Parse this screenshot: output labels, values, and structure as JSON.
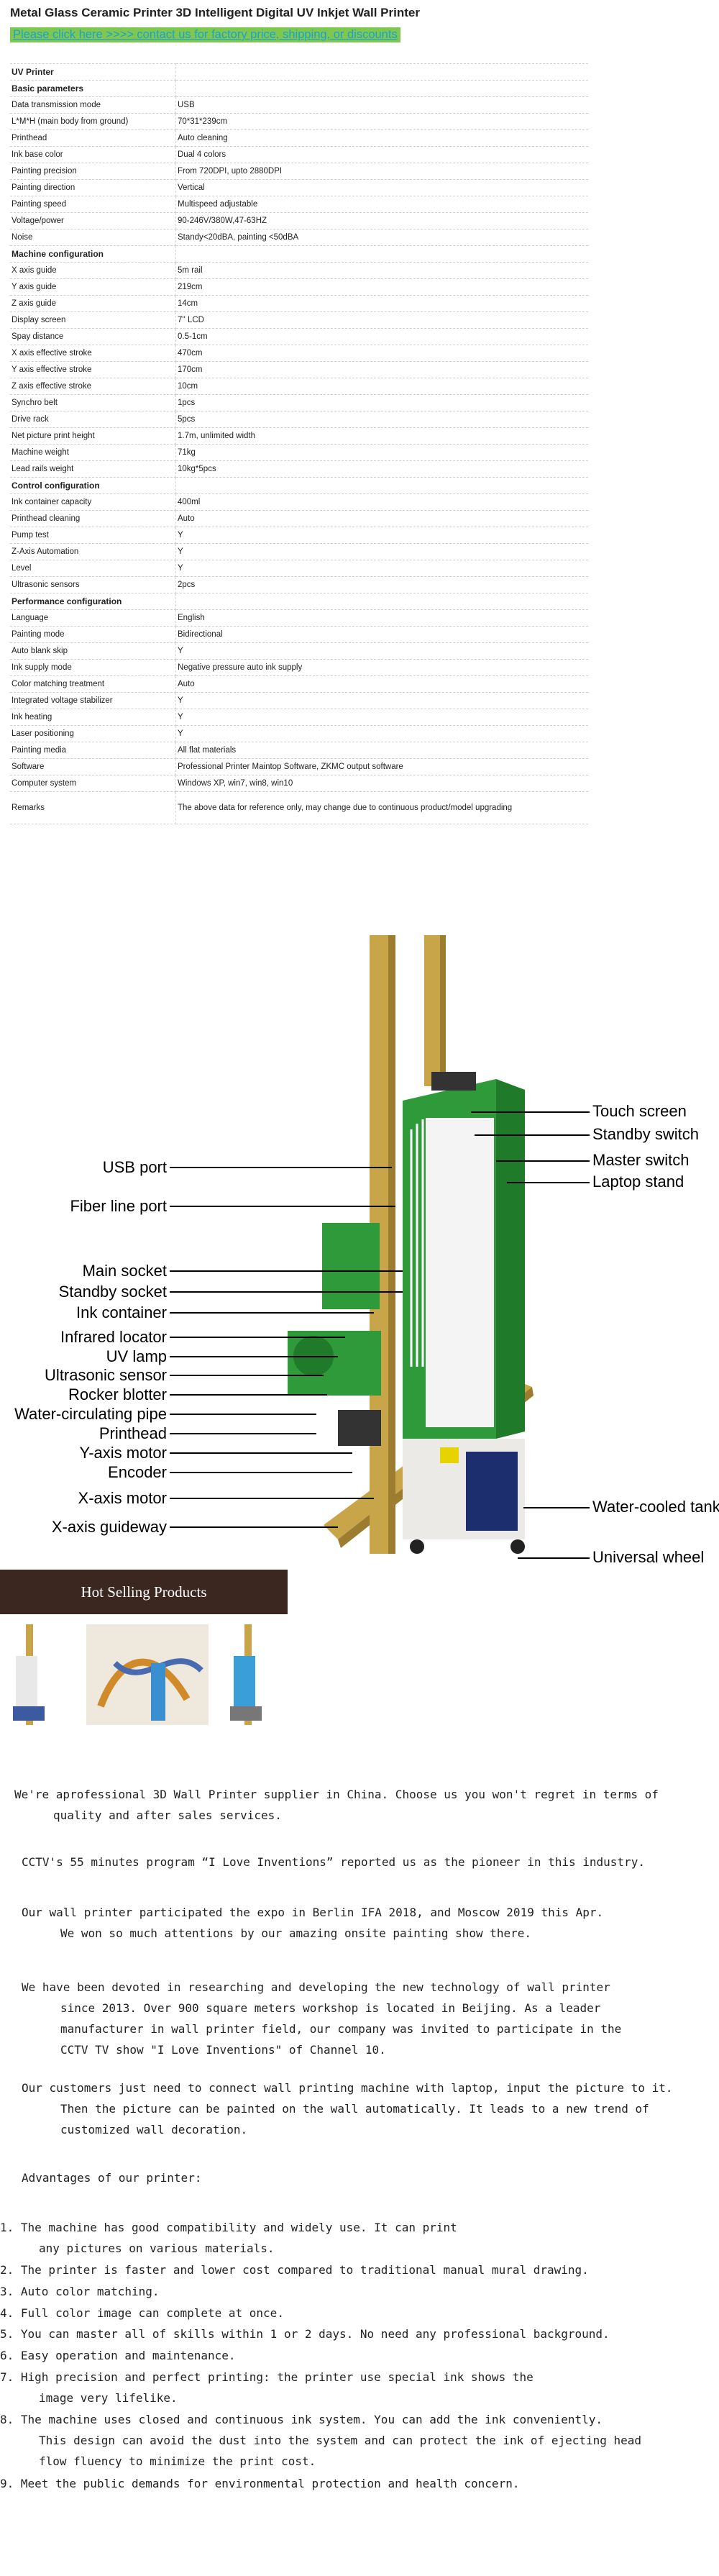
{
  "title": "Metal Glass Ceramic Printer 3D Intelligent Digital UV Inkjet Wall Printer",
  "promo_link": "Please click here >>>> contact us for factory price, shipping, or discounts",
  "spec_table": {
    "product": "UV Printer",
    "sections": [
      {
        "heading": "Basic parameters",
        "rows": [
          [
            "Data transmission mode",
            "USB"
          ],
          [
            "L*M*H (main body from ground)",
            "70*31*239cm"
          ],
          [
            "Printhead",
            "Auto cleaning"
          ],
          [
            "Ink base color",
            "Dual 4 colors"
          ],
          [
            "Painting precision",
            "From 720DPI, upto 2880DPI"
          ],
          [
            "Painting direction",
            "Vertical"
          ],
          [
            "Painting speed",
            "Multispeed adjustable"
          ],
          [
            "Voltage/power",
            "90-246V/380W,47-63HZ"
          ],
          [
            "Noise",
            "Standy<20dBA, painting <50dBA"
          ]
        ]
      },
      {
        "heading": "Machine configuration",
        "rows": [
          [
            "X axis guide",
            "5m rail"
          ],
          [
            "Y axis guide",
            "219cm"
          ],
          [
            "Z axis guide",
            "14cm"
          ],
          [
            "Display screen",
            "7'' LCD"
          ],
          [
            "Spay distance",
            "0.5-1cm"
          ],
          [
            "X axis effective stroke",
            "470cm"
          ],
          [
            "Y axis effective stroke",
            "170cm"
          ],
          [
            "Z axis effective stroke",
            "10cm"
          ],
          [
            "Synchro belt",
            "1pcs"
          ],
          [
            "Drive rack",
            "5pcs"
          ],
          [
            "Net picture print height",
            "1.7m, unlimited width"
          ],
          [
            "Machine weight",
            "71kg"
          ],
          [
            "Lead rails weight",
            "10kg*5pcs"
          ]
        ]
      },
      {
        "heading": "Control configuration",
        "rows": [
          [
            "Ink container capacity",
            "400ml"
          ],
          [
            "Printhead cleaning",
            "Auto"
          ],
          [
            "Pump test",
            "Y"
          ],
          [
            "Z-Axis Automation",
            "Y"
          ],
          [
            "Level",
            "Y"
          ],
          [
            "Ultrasonic sensors",
            "2pcs"
          ]
        ]
      },
      {
        "heading": "Performance configuration",
        "rows": [
          [
            "Language",
            "English"
          ],
          [
            "Painting mode",
            "Bidirectional"
          ],
          [
            "Auto blank skip",
            "Y"
          ],
          [
            "Ink supply mode",
            "Negative pressure auto ink supply"
          ],
          [
            "Color matching treatment",
            "Auto"
          ],
          [
            "Integrated voltage stabilizer",
            "Y"
          ],
          [
            "Ink heating",
            "Y"
          ],
          [
            "Laser positioning",
            "Y"
          ],
          [
            "Painting media",
            "All flat materials"
          ],
          [
            "Software",
            "Professional Printer Maintop Software, ZKMC output software"
          ],
          [
            "Computer system",
            "Windows XP, win7, win8, win10"
          ],
          [
            "Remarks",
            "The above data for reference only, may change due to continuous product/model upgrading"
          ]
        ]
      }
    ]
  },
  "diagram_labels": {
    "right": [
      "Touch screen",
      "Standby switch",
      "Master switch",
      "Laptop stand",
      "Water-cooled tank",
      "Universal wheel"
    ],
    "left": [
      "USB port",
      "Fiber line port",
      "Main socket",
      "Standby socket",
      "Ink container",
      "Infrared locator",
      "UV lamp",
      "Ultrasonic sensor",
      "Rocker blotter",
      "Water-circulating pipe",
      "Printhead",
      "Y-axis motor",
      "Encoder",
      "X-axis motor",
      "X-axis guideway"
    ]
  },
  "hot_selling_title": "Hot Selling Products",
  "about": [
    [
      "We're aprofessional 3D Wall Printer supplier in China. Choose us you won't regret in terms of",
      "quality and after sales services."
    ],
    [
      "CCTV's 55 minutes program “I Love Inventions” reported us as the pioneer in this industry."
    ],
    [
      "Our wall printer participated the expo in Berlin IFA 2018, and Moscow 2019 this Apr.",
      "We won so much attentions by our amazing onsite painting show there."
    ],
    [
      "We have been devoted in researching and developing the new technology of wall printer",
      "since 2013. Over 900 square meters workshop is located in Beijing. As a leader",
      "manufacturer in wall printer field, our company was invited to participate in the",
      "CCTV TV show \"I Love Inventions\" of Channel 10."
    ],
    [
      "Our customers just need to connect wall printing machine with laptop, input the picture to it.",
      "Then the picture can be painted on the wall automatically. It leads to a new trend of",
      "customized wall decoration."
    ]
  ],
  "advantages_title": "Advantages of our printer:",
  "advantages": [
    [
      "1. The machine has good compatibility and widely use. It can print",
      "any pictures on various materials."
    ],
    [
      "2. The printer is faster and lower cost compared to traditional manual mural drawing."
    ],
    [
      "3. Auto color matching."
    ],
    [
      "4. Full color image can complete at once."
    ],
    [
      "5. You can master all of skills within 1 or 2 days. No need any professional background."
    ],
    [
      "6. Easy operation and maintenance."
    ],
    [
      "7. High precision and perfect printing: the printer use special ink shows the",
      "image very lifelike."
    ],
    [
      "8. The machine uses closed and continuous ink system. You can add the ink conveniently.",
      "This design can avoid the dust into the system and can protect the ink of ejecting head",
      "flow fluency to minimize the print cost."
    ],
    [
      "9. Meet the public demands for environmental protection and health concern."
    ]
  ],
  "colors": {
    "promo_bg": "#7ec850",
    "promo_text": "#1aa0d8",
    "hot_bar": "#3b2620",
    "printer_green": "#2e9a3a",
    "frame_gold": "#c9a54a"
  }
}
